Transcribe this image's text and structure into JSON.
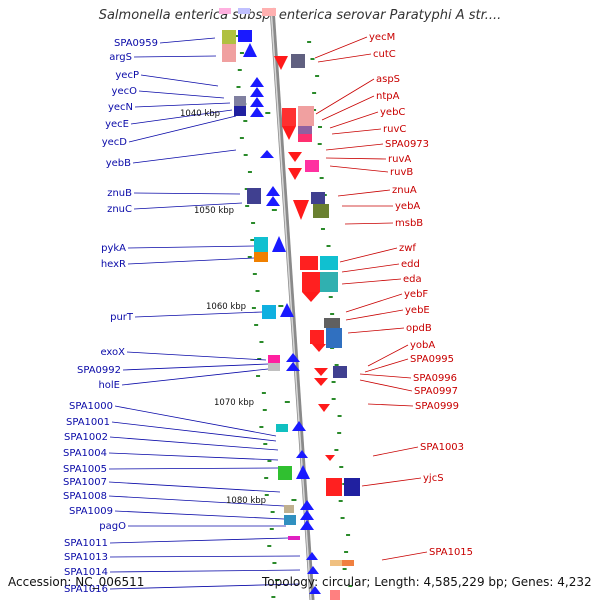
{
  "title": "Salmonella enterica subsp. enterica serovar Paratyphi A str....",
  "footer": {
    "accession": "Accession: NC_006511",
    "topology": "Topology: circular; Length: 4,585,229 bp; Genes: 4,232"
  },
  "kbp_markers": [
    {
      "label": "1040 kbp"
    },
    {
      "label": "1050 kbp"
    },
    {
      "label": "1060 kbp"
    },
    {
      "label": "1070 kbp"
    },
    {
      "label": "1080 kbp"
    }
  ],
  "left_labels": [
    "SPA0959",
    "argS",
    "yecP",
    "yecO",
    "yecN",
    "yecE",
    "yecD",
    "yebB",
    "znuB",
    "znuC",
    "pykA",
    "hexR",
    "purT",
    "exoX",
    "SPA0992",
    "holE",
    "SPA1000",
    "SPA1001",
    "SPA1002",
    "SPA1004",
    "SPA1005",
    "SPA1007",
    "SPA1008",
    "SPA1009",
    "pagO",
    "SPA1011",
    "SPA1013",
    "SPA1014",
    "SPA1016"
  ],
  "right_labels": [
    "yecM",
    "cutC",
    "aspS",
    "ntpA",
    "yebC",
    "ruvC",
    "SPA0973",
    "ruvA",
    "ruvB",
    "znuA",
    "yebA",
    "msbB",
    "zwf",
    "edd",
    "eda",
    "yebF",
    "yebE",
    "opdB",
    "yobA",
    "SPA0995",
    "SPA0996",
    "SPA0997",
    "SPA0999",
    "SPA1003",
    "yjcS",
    "SPA1015"
  ],
  "colors": {
    "left_label": "#0a0aa8",
    "right_label": "#c80000",
    "axis": "#888888",
    "tick": "#2a8a2a"
  }
}
